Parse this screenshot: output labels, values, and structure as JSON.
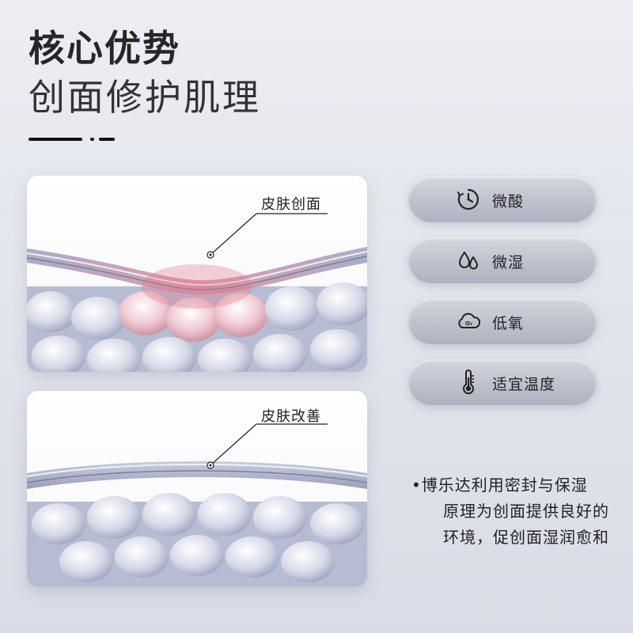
{
  "header": {
    "title": "核心优势",
    "subtitle": "创面修护肌理"
  },
  "panels": {
    "top_label": "皮肤创面",
    "bottom_label": "皮肤改善"
  },
  "features": [
    {
      "label": "微酸",
      "icon": "clock-timer-icon"
    },
    {
      "label": "微湿",
      "icon": "water-drops-icon"
    },
    {
      "label": "低氧",
      "icon": "oxygen-cloud-icon"
    },
    {
      "label": "适宜温度",
      "icon": "thermometer-icon"
    }
  ],
  "description": {
    "line1": "•博乐达利用密封与保湿",
    "line2": "原理为创面提供良好的",
    "line3": "环境，促创面湿润愈和"
  },
  "colors": {
    "pill_top": "#d4d6df",
    "pill_bottom": "#aeb1bf",
    "wound_highlight": "#e07a8c",
    "cell": "#c9cbe0"
  }
}
